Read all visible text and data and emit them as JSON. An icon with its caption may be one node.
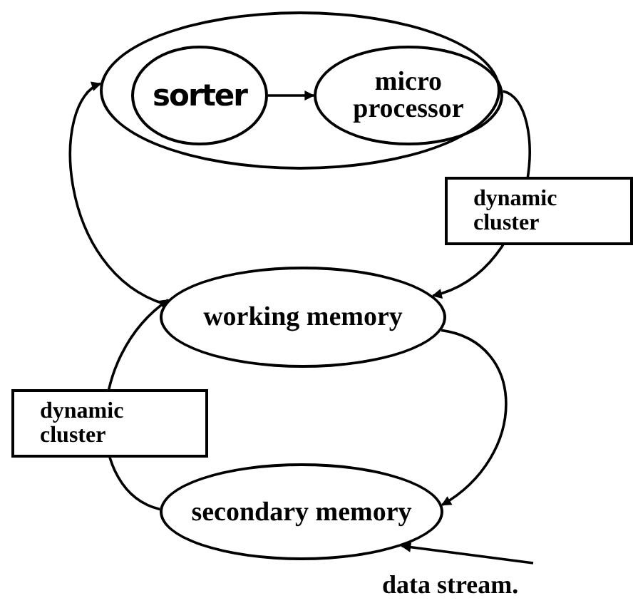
{
  "diagram": {
    "nodes": [
      {
        "text": [],
        "shape": "ellipse"
      },
      {
        "text": [
          "sorter"
        ],
        "in": 0
      },
      {
        "text": [
          "micro processor"
        ],
        "in": 0
      },
      {
        "text": [
          "working memory"
        ]
      },
      {
        "text": [
          "secondary memory"
        ]
      }
    ],
    "edges": [
      {
        "from": 1,
        "to": 2,
        "arrow": "to"
      },
      {
        "from": 2,
        "to": 3,
        "arrow": "to",
        "label": "dynamic cluster"
      },
      {
        "from": 3,
        "to": 0,
        "arrow": "to"
      },
      {
        "from": 3,
        "to": 4,
        "arrow": "to"
      },
      {
        "from": 4,
        "to": 3,
        "arrow": "to",
        "label": "dynamic cluster"
      },
      {
        "from": null,
        "to": 4,
        "arrow": "to",
        "label": "data stream."
      }
    ]
  }
}
